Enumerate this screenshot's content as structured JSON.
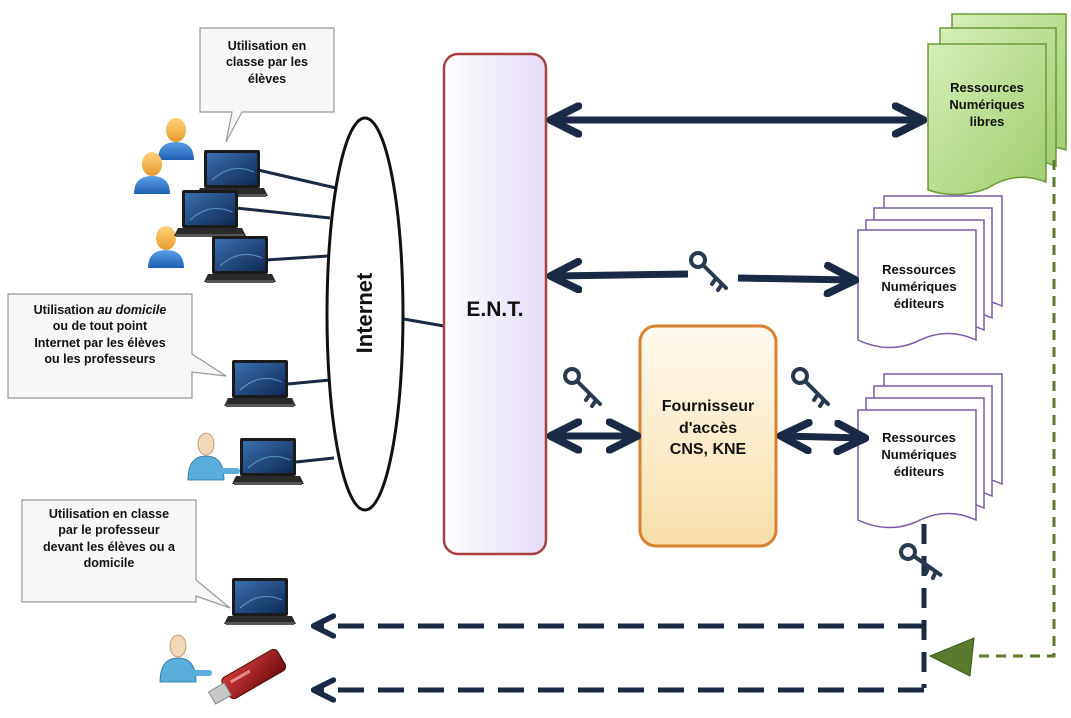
{
  "callouts": {
    "classroom_students": [
      "Utilisation en",
      "classe par les",
      "élèves"
    ],
    "home_access": [
      {
        "parts": [
          {
            "t": "Utilisation "
          },
          {
            "t": "au domicile",
            "i": true
          }
        ]
      },
      {
        "parts": [
          {
            "t": "ou de tout point"
          }
        ]
      },
      {
        "parts": [
          {
            "t": "Internet par les élèves"
          }
        ]
      },
      {
        "parts": [
          {
            "t": "ou les professeurs"
          }
        ]
      }
    ],
    "teacher": [
      "Utilisation en classe",
      "par le professeur",
      "devant les élèves ou a",
      "domicile"
    ]
  },
  "internet_label": "Internet",
  "ent_label": "E.N.T.",
  "provider": [
    "Fournisseur",
    "d'accès",
    "CNS,  KNE"
  ],
  "resources": {
    "free": [
      "Ressources",
      "Numériques",
      "libres"
    ],
    "publishers_1": [
      "Ressources",
      "Numériques",
      "éditeurs"
    ],
    "publishers_2": [
      "Ressources",
      "Numériques",
      "éditeurs"
    ]
  },
  "icons": [
    "person-icon",
    "laptop-icon",
    "key-icon",
    "usb-key-icon",
    "teacher-icon",
    "document-stack-icon"
  ],
  "colors": {
    "arrow": "#1a2a44",
    "free_resources_fill": "#b7dc8f",
    "free_resources_border": "#6a9a3a",
    "ent_fill": "#f2eefc",
    "ent_border": "#a84040",
    "provider_fill": "#fcebc2",
    "provider_border": "#d9812e",
    "green_dashed": "#5b7a2e",
    "document_border": "#7b5aa6"
  }
}
